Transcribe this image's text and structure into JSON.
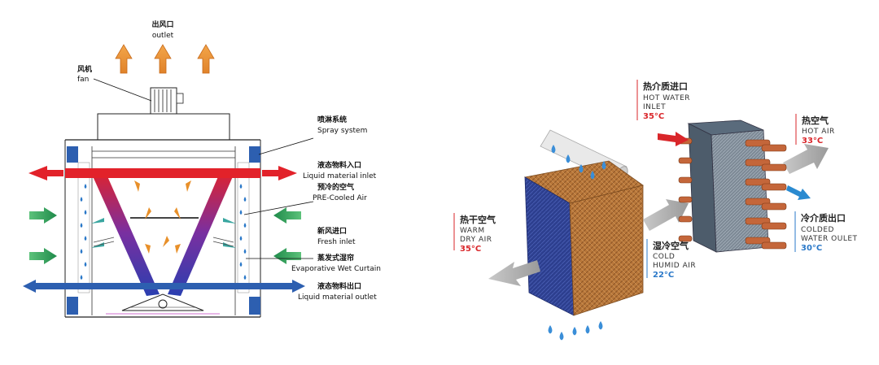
{
  "left_diagram": {
    "outlet_zh": "出风口",
    "outlet_en": "outlet",
    "fan_zh": "风机",
    "fan_en": "fan",
    "spray_zh": "喷淋系统",
    "spray_en": "Spray system",
    "inlet_zh": "液态物料入口",
    "inlet_en": "Liquid material inlet",
    "precooled_zh": "预冷的空气",
    "precooled_en": "PRE-Cooled Air",
    "fresh_zh": "新风进口",
    "fresh_en": "Fresh inlet",
    "curtain_zh": "蒸发式湿帘",
    "curtain_en": "Evaporative Wet Curtain",
    "outletliq_zh": "液态物料出口",
    "outletliq_en": "Liquid material outlet"
  },
  "right_diagram": {
    "hot_water": {
      "zh": "热介质进口",
      "en1": "HOT WATER",
      "en2": "INLET",
      "temp": "35°C"
    },
    "hot_air": {
      "zh": "热空气",
      "en1": "HOT AIR",
      "temp": "33°C"
    },
    "warm_dry": {
      "zh": "热干空气",
      "en1": "WARM",
      "en2": "DRY AIR",
      "temp": "35°C"
    },
    "cold_humid": {
      "zh": "湿冷空气",
      "en1": "COLD",
      "en2": "HUMID AIR",
      "temp": "22°C"
    },
    "cold_water": {
      "zh": "冷介质出口",
      "en1": "COLDED",
      "en2": "WATER OULET",
      "temp": "30°C"
    }
  },
  "colors": {
    "hot": "#d9262a",
    "cold": "#2a78c8",
    "pipe_blue": "#2d5fb0",
    "pad": "#b87a3c",
    "pad_side": "#2d3f8f",
    "copper": "#c4663a"
  }
}
